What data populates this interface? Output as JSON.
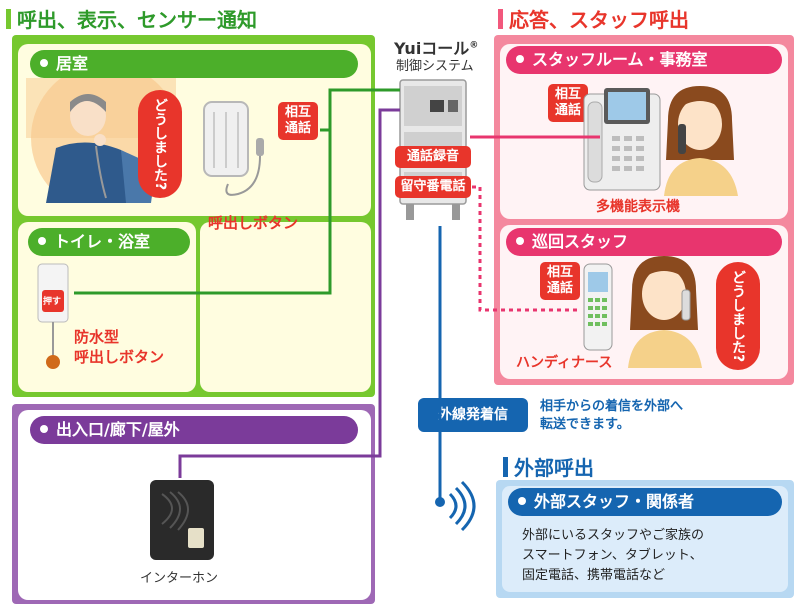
{
  "left_title": "呼出、表示、センサー通知",
  "right_title": "応答、スタッフ呼出",
  "external_title": "外部呼出",
  "controller": {
    "brand": "Yuiコール",
    "brand_mark": "®",
    "sub": "制御システム"
  },
  "rooms": {
    "bedroom": "居室",
    "toilet": "トイレ・浴室",
    "entrance": "出入口/廊下/屋外",
    "staff_room": "スタッフルーム・事務室",
    "patrol": "巡回スタッフ",
    "external_staff": "外部スタッフ・関係者"
  },
  "badges": {
    "mutual_call_1": "相互\n通話",
    "mutual_call_2": "相互\n通話",
    "mutual_call_3": "相互\n通話",
    "call_recording": "通話録音",
    "answering_phone": "留守番電話",
    "outside_call": "外線発着信"
  },
  "speech": {
    "bedroom_bubble": "どうしました?",
    "patrol_bubble": "どうしました?"
  },
  "labels": {
    "call_button": "呼出しボタン",
    "waterproof_button_1": "防水型",
    "waterproof_button_2": "呼出しボタン",
    "push_label": "押す",
    "intercom": "インターホン",
    "multifunction_phone": "多機能表示機",
    "handy_nurse": "ハンディナース"
  },
  "outside_desc": [
    "相手からの着信を外部へ",
    "転送できます。"
  ],
  "external_desc": [
    "外部にいるスタッフやご家族の",
    "スマートフォン、タブレット、",
    "固定電話、携帯電話など"
  ],
  "colors": {
    "green": "#76c82f",
    "green_light": "#e9f7d2",
    "cream": "#fffde0",
    "pink": "#f2587c",
    "pink_light": "#fde4e8",
    "purple": "#7b3b9a",
    "purple_light": "#f2e6f5",
    "blue": "#1565b0",
    "blue_light": "#dcecfa",
    "red": "#e8352b"
  }
}
